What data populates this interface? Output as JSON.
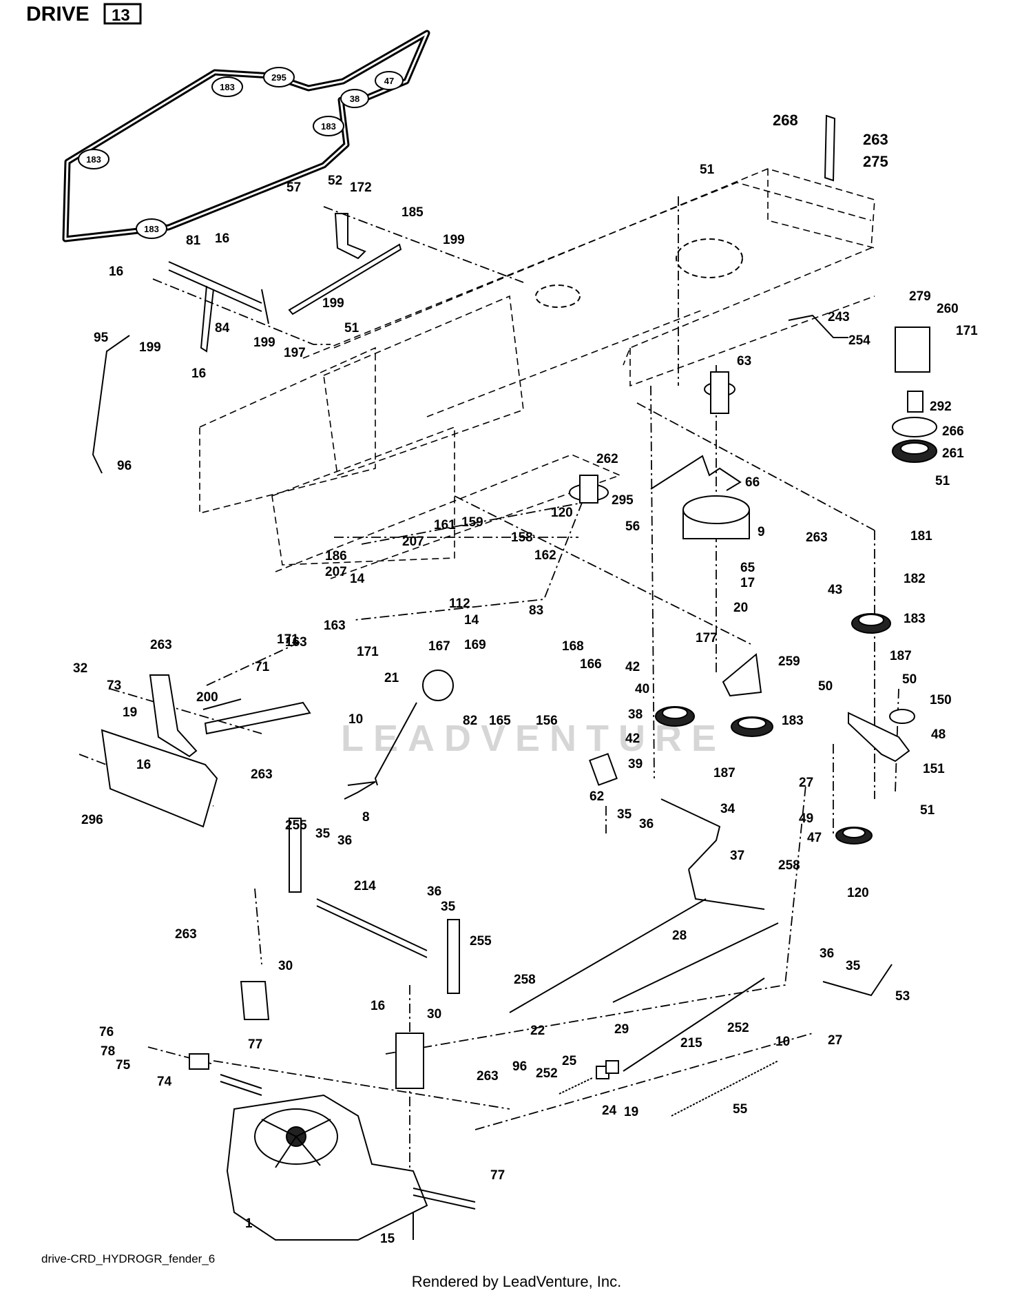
{
  "header": {
    "title": "DRIVE",
    "page_box": "13"
  },
  "watermark": "LEADVENTURE",
  "footer": {
    "diagram_code": "drive-CRD_HYDROGR_fender_6",
    "rendered_by": "Rendered by LeadVenture, Inc."
  },
  "belt_ring_labels": [
    "183",
    "295",
    "38",
    "47",
    "183",
    "183",
    "183"
  ],
  "callouts": [
    "57",
    "52",
    "172",
    "185",
    "199",
    "81",
    "16",
    "16",
    "199",
    "84",
    "51",
    "199",
    "197",
    "95",
    "199",
    "16",
    "96",
    "51",
    "268",
    "263",
    "275",
    "243",
    "254",
    "279",
    "260",
    "171",
    "63",
    "292",
    "266",
    "261",
    "51",
    "262",
    "295",
    "120",
    "56",
    "66",
    "9",
    "65",
    "17",
    "20",
    "263",
    "181",
    "182",
    "43",
    "183",
    "187",
    "161",
    "159",
    "158",
    "207",
    "162",
    "186",
    "207",
    "14",
    "112",
    "14",
    "163",
    "83",
    "169",
    "171",
    "163",
    "167",
    "171",
    "177",
    "42",
    "40",
    "38",
    "42",
    "39",
    "259",
    "183",
    "187",
    "50",
    "50",
    "150",
    "48",
    "27",
    "151",
    "51",
    "49",
    "47",
    "120",
    "21",
    "168",
    "166",
    "82",
    "165",
    "156",
    "263",
    "73",
    "71",
    "32",
    "200",
    "19",
    "16",
    "296",
    "263",
    "10",
    "8",
    "62",
    "35",
    "36",
    "34",
    "37",
    "258",
    "255",
    "35",
    "36",
    "214",
    "36",
    "35",
    "255",
    "36",
    "35",
    "53",
    "263",
    "30",
    "28",
    "29",
    "252",
    "10",
    "215",
    "22",
    "258",
    "27",
    "16",
    "30",
    "263",
    "76",
    "78",
    "75",
    "74",
    "77",
    "96",
    "252",
    "25",
    "24",
    "19",
    "55",
    "77",
    "15",
    "1"
  ]
}
